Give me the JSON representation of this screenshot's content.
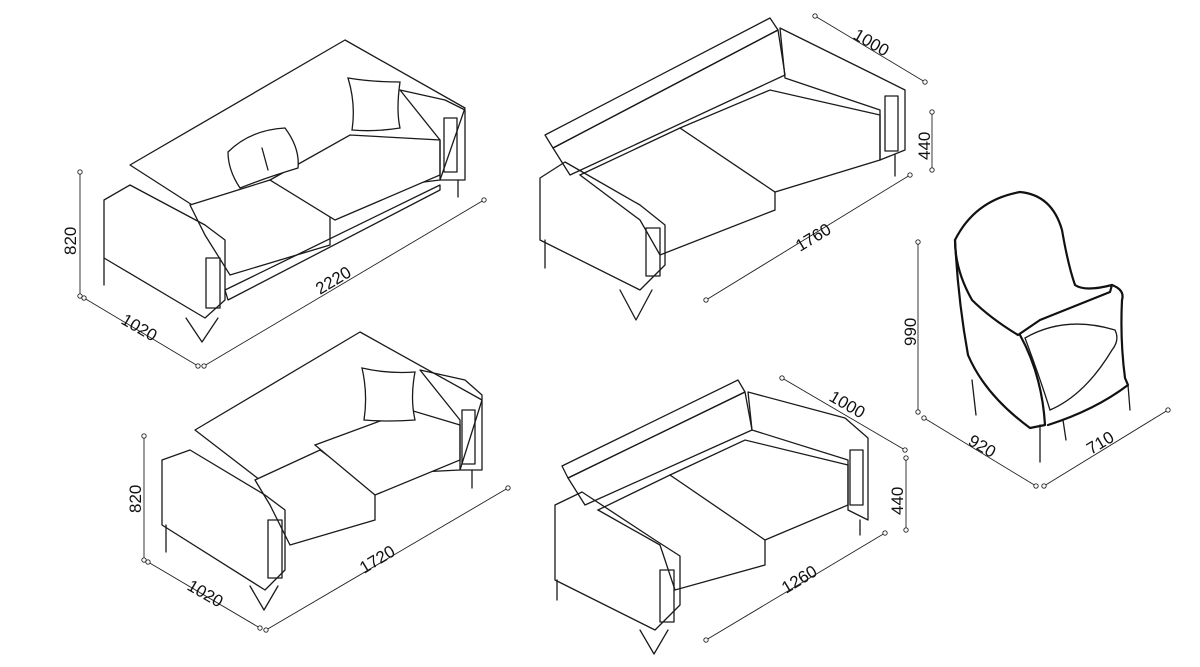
{
  "dimensions": {
    "sofa3_width": "2220",
    "sofa3_depth": "1020",
    "sofa3_height": "820",
    "bed3_width": "1760",
    "bed3_depth": "1000",
    "bed3_height": "440",
    "sofa2_width": "1720",
    "sofa2_depth": "1020",
    "sofa2_height": "820",
    "bed2_width": "1260",
    "bed2_depth": "1000",
    "bed2_height": "440",
    "chair_width": "710",
    "chair_depth": "920",
    "chair_height": "990"
  }
}
